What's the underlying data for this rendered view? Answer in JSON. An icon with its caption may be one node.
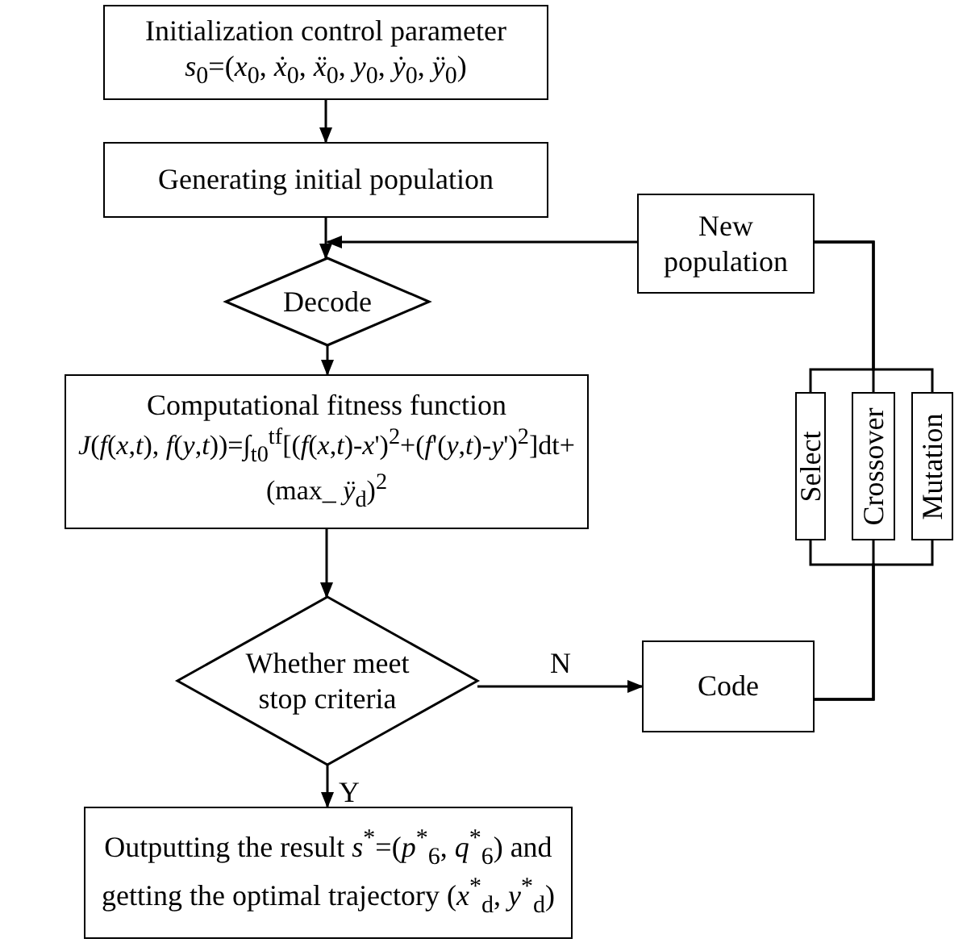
{
  "diagram": {
    "nodes": [
      {
        "text": [
          "Initialization control parameter",
          "*s*$_{0}$=(*x*$_{0}$, *ẋ*$_{0}$, *ẍ*$_{0}$, *y*$_{0}$, *ẏ*$_{0}$, *ÿ*$_{0}$)"
        ]
      },
      {
        "text": [
          "Generating initial population"
        ]
      },
      {
        "text": [
          "New population"
        ]
      },
      {
        "text": [
          "Decode"
        ]
      },
      {
        "text": [
          "Computational fitness function",
          "*J*(*f*(*x*,*t*), *f*(*y*,*t*))=∫$_{t0}$$^{tf}$[(*f*(*x*,*t*)-*x*')$^{2}$+(*f*'(*y*,*t*)-*y*')$^{2}$]dt+ (max_ *ÿ*$_{d}$)$^{2}$"
        ]
      },
      {
        "text": [
          "Whether meet stop criteria"
        ]
      },
      {
        "text": [
          "Code"
        ]
      },
      {
        "text": [
          "Select"
        ]
      },
      {
        "text": [
          "Crossover"
        ]
      },
      {
        "text": [
          "Mutation"
        ]
      },
      {
        "text": [
          "Outputting the result *s*$^{*}$=(*p*$^{*}$$_{6}$, *q*$^{*}$$_{6}$) and getting the optimal trajectory (*x*$^{*}$$_{d}$, *y*$^{*}$$_{d}$)"
        ]
      }
    ],
    "edges": [
      {
        "from": 0,
        "to": 1,
        "arrow": "to"
      },
      {
        "from": 1,
        "to": 3,
        "arrow": "to"
      },
      {
        "from": 3,
        "to": 4,
        "arrow": "to"
      },
      {
        "from": 4,
        "to": 5,
        "arrow": "to"
      },
      {
        "from": 5,
        "to": 10,
        "arrow": "to",
        "label": "Y"
      },
      {
        "from": 5,
        "to": 6,
        "arrow": "to",
        "label": "N"
      },
      {
        "from": 6,
        "to": 7,
        "arrow": "none"
      },
      {
        "from": 6,
        "to": 8,
        "arrow": "none"
      },
      {
        "from": 6,
        "to": 9,
        "arrow": "none"
      },
      {
        "from": 7,
        "to": 2,
        "arrow": "none"
      },
      {
        "from": 8,
        "to": 2,
        "arrow": "none"
      },
      {
        "from": 9,
        "to": 2,
        "arrow": "none"
      },
      {
        "from": 2,
        "to": 3,
        "arrow": "to"
      }
    ]
  }
}
